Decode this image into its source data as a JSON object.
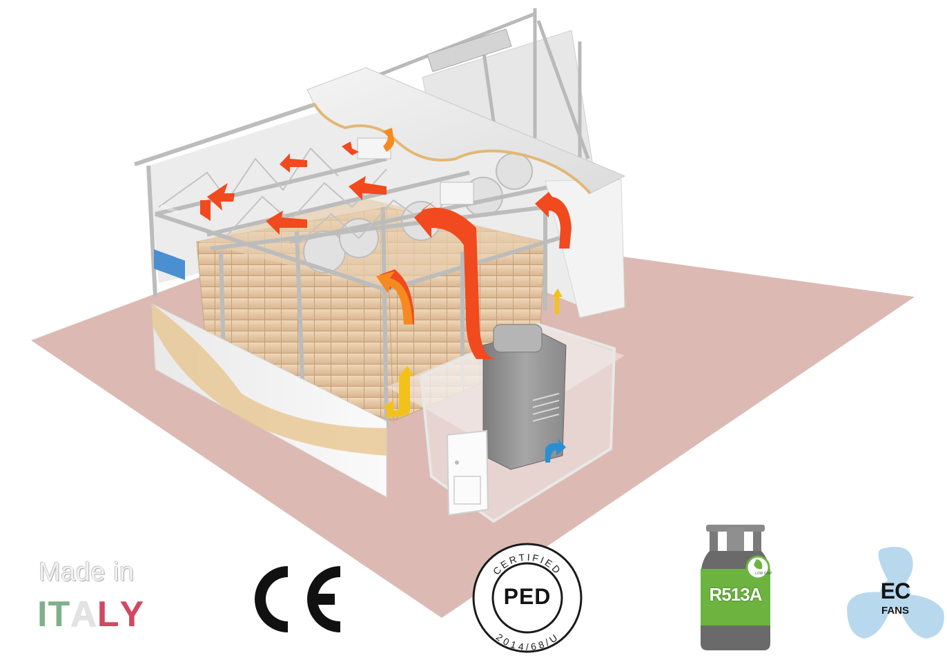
{
  "badges": {
    "made_in": "Made in",
    "italy_letters": [
      "I",
      "T",
      "A",
      "L",
      "Y"
    ],
    "ce": "CE",
    "ped_top": "CERTIFIED",
    "ped_center": "PED",
    "ped_bottom": "2014/68/U",
    "refrigerant": "R513A",
    "low_gwp": "LOW GWP",
    "ec": "EC",
    "fans": "FANS"
  },
  "brand_sign": "incomar",
  "colors": {
    "floor": "#dcbab3",
    "italy_green": "#7fb08a",
    "italy_red": "#d2485f",
    "hot_air": "#f04a1e",
    "warm_air": "#f6891f",
    "cold_air": "#f3c21a",
    "return_air": "#2a8fd0",
    "bottle_green": "#6cb43f",
    "fan_blue": "#b8d8ee"
  }
}
